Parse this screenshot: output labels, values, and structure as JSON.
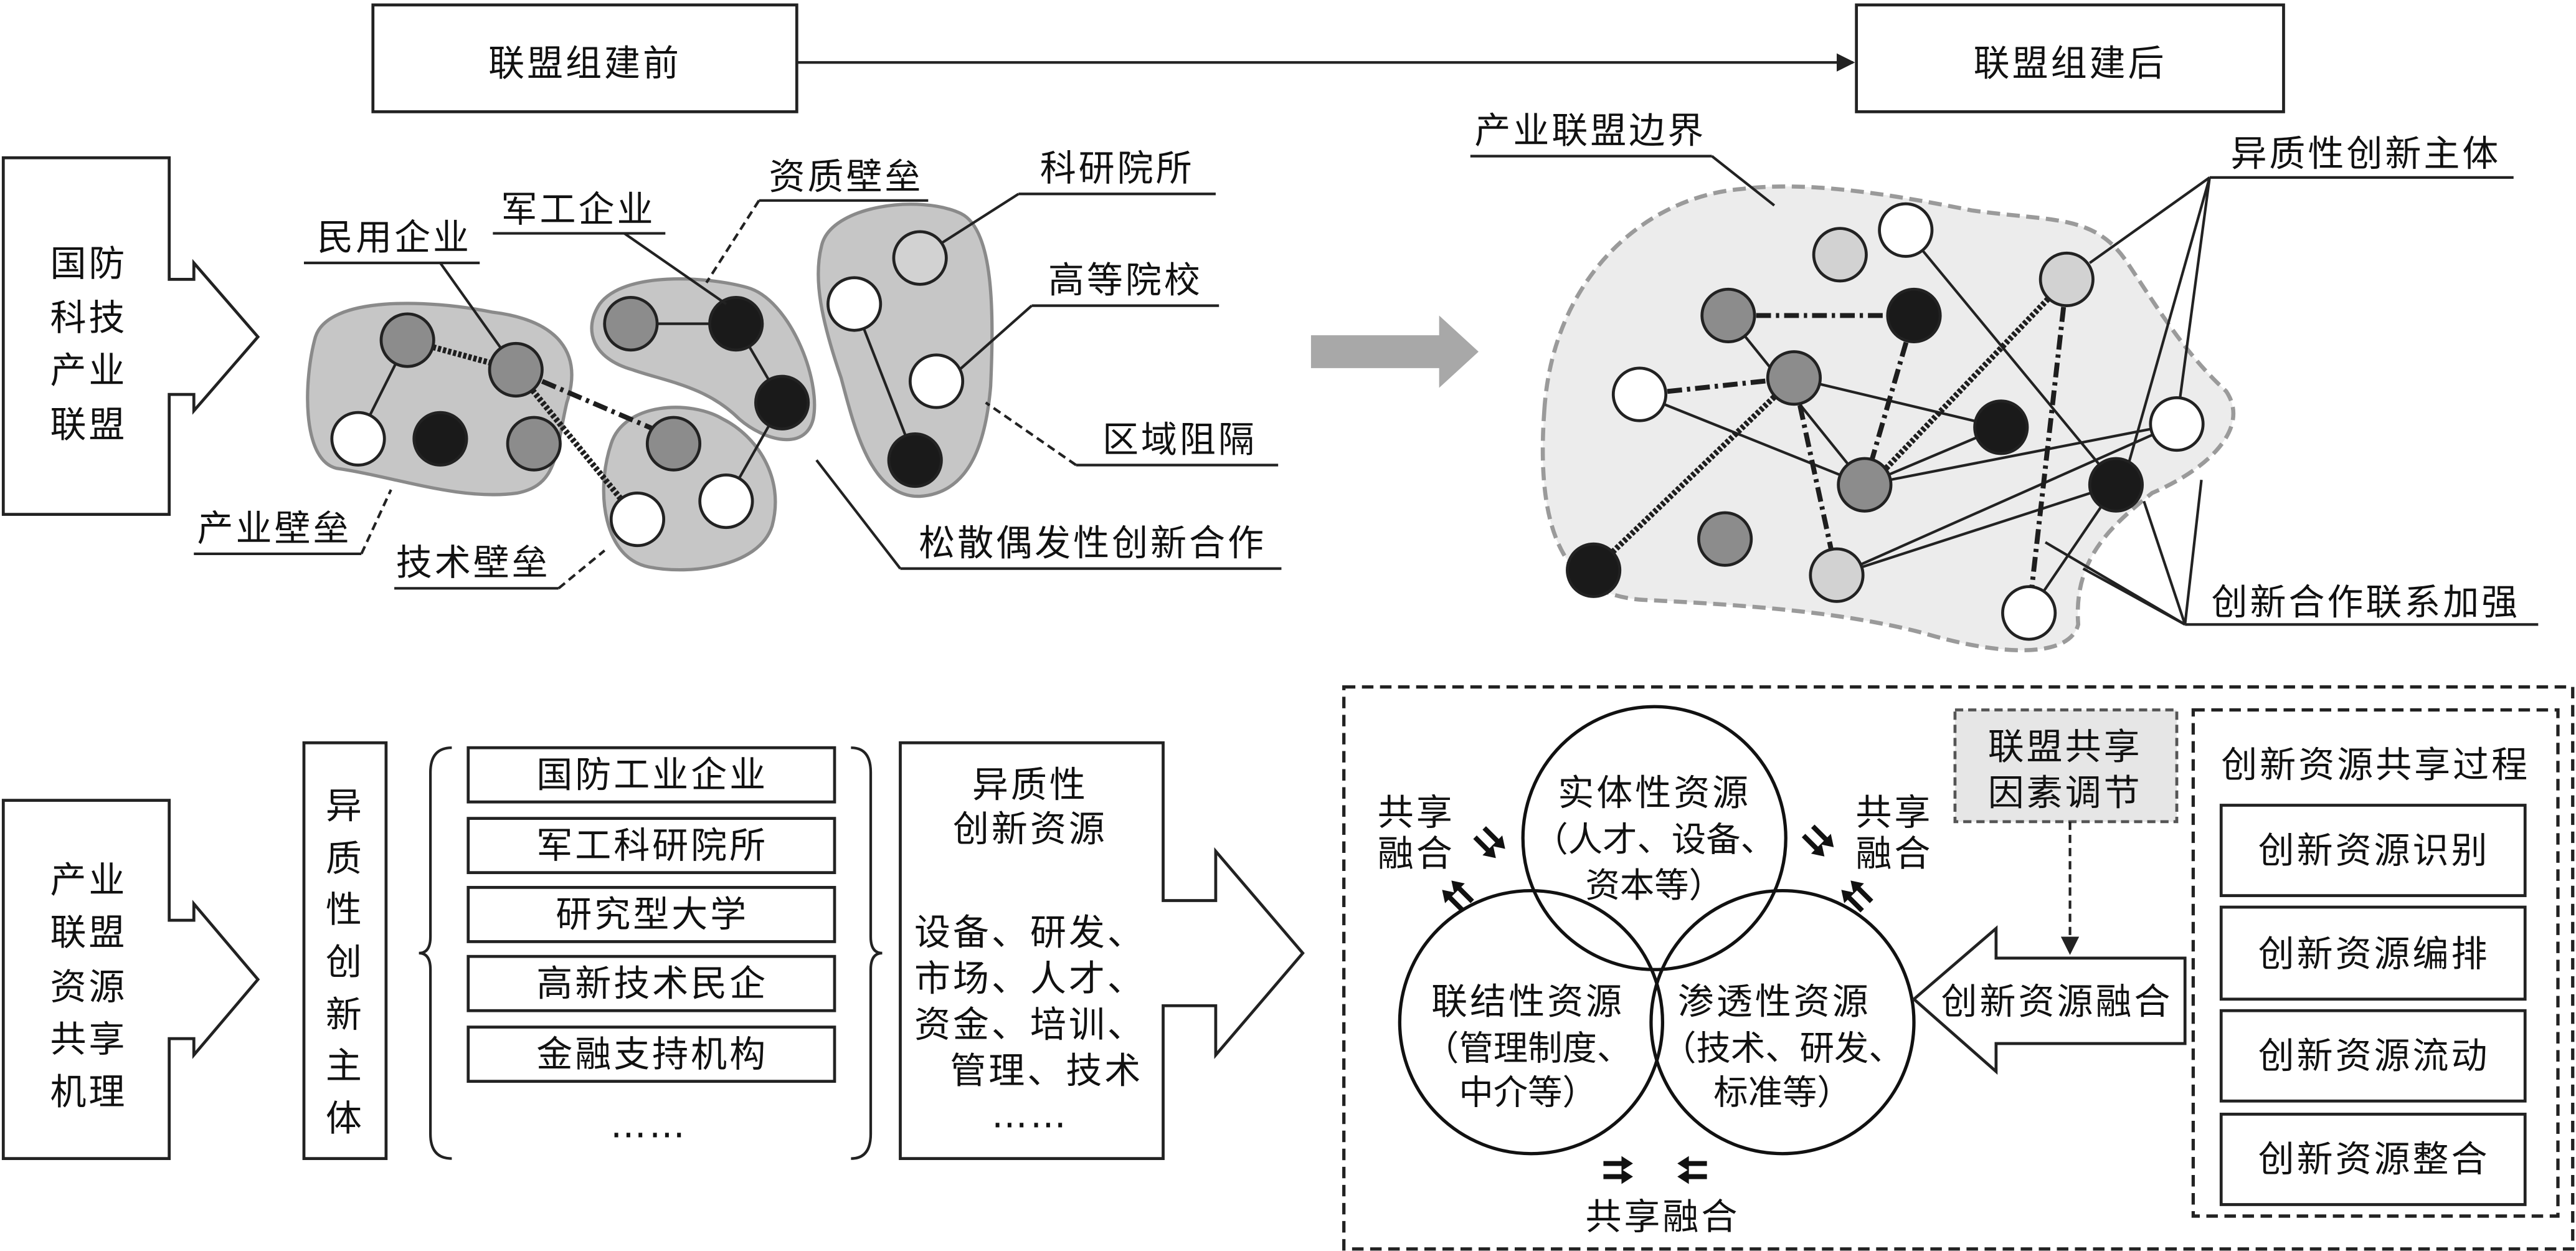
{
  "header": {
    "before": "联盟组建前",
    "after": "联盟组建后"
  },
  "alliance_label": [
    "国防",
    "科技",
    "产业",
    "联盟"
  ],
  "mechanism_label": [
    "产业",
    "联盟",
    "资源",
    "共享",
    "机理"
  ],
  "before_diagram": {
    "civil_enterprise": "民用企业",
    "military_enterprise": "军工企业",
    "qualification_barrier": "资质壁垒",
    "research_institute": "科研院所",
    "university": "高等院校",
    "regional_isolation": "区域阻隔",
    "loose_cooperation": "松散偶发性创新合作",
    "industry_barrier": "产业壁垒",
    "technology_barrier": "技术壁垒"
  },
  "after_diagram": {
    "boundary": "产业联盟边界",
    "heterogeneous_subjects": "异质性创新主体",
    "cooperation_strengthened": "创新合作联系加强"
  },
  "subjects": {
    "title": [
      "异",
      "质",
      "性",
      "创",
      "新",
      "主",
      "体"
    ],
    "items": [
      "国防工业企业",
      "军工科研院所",
      "研究型大学",
      "高新技术民企",
      "金融支持机构"
    ],
    "more": "……"
  },
  "resources": {
    "title": [
      "异质性",
      "创新资源"
    ],
    "lines": [
      "设备、研发、",
      "市场、人才、",
      "资金、培训、",
      "管理、技术",
      "……"
    ]
  },
  "venn": {
    "entity": [
      "实体性资源",
      "（人才、设备、",
      "资本等）"
    ],
    "linking": [
      "联结性资源",
      "（管理制度、",
      "中介等）"
    ],
    "permeating": [
      "渗透性资源",
      "（技术、研发、",
      "标准等）"
    ]
  },
  "share_fusion": {
    "left": [
      "共享",
      "融合"
    ],
    "right": [
      "共享",
      "融合"
    ],
    "bottom": "共享融合"
  },
  "regulation": [
    "联盟共享",
    "因素调节"
  ],
  "fusion_arrow": "创新资源融合",
  "process": {
    "title": "创新资源共享过程",
    "steps": [
      "创新资源识别",
      "创新资源编排",
      "创新资源流动",
      "创新资源整合"
    ]
  },
  "colors": {
    "node_black": "#1a1a1a",
    "node_grey": "#8c8c8c",
    "node_light": "#d2d2d2",
    "node_white": "#ffffff",
    "blob": "#c6c6c6",
    "boundary": "#ececec"
  }
}
